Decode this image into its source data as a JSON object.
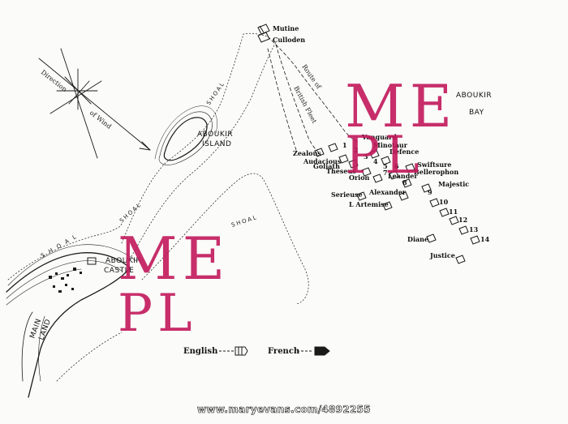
{
  "map": {
    "places": {
      "aboukir_bay": [
        "ABOUKIR",
        "BAY"
      ],
      "aboukir_island": [
        "ABOUKIR",
        "ISLAND"
      ],
      "aboukir_castle": [
        "ABOUKIR",
        "CASTLE"
      ],
      "main_land": [
        "MAIN",
        "LAND"
      ]
    },
    "shoal_label": "SHOAL",
    "shoal_left_label": "S H O A L",
    "wind": [
      "Direction",
      "of Wind"
    ],
    "route_label": "Route of",
    "british_fleet_label": "British Fleet",
    "british_ships": [
      "Mutine",
      "Culloden",
      "Zealous",
      "Audacious",
      "Goliath",
      "Theseus",
      "Orion",
      "Vanguard",
      "Minotaur",
      "Defence",
      "Swiftsure",
      "Bellerophon",
      "Majestic",
      "Alexander",
      "Leander"
    ],
    "french_ships": [
      "Serieuse",
      "L Artemise",
      "Diane",
      "Justice"
    ],
    "ship_numbers": [
      "1",
      "2",
      "3",
      "4",
      "5",
      "6",
      "7",
      "8",
      "9",
      "10",
      "11",
      "12",
      "13",
      "14"
    ],
    "legend": {
      "english": "English",
      "french": "French"
    }
  },
  "watermark": {
    "top": [
      "ME",
      "PL"
    ],
    "bottom": [
      "ME",
      "PL"
    ]
  },
  "credit": "www.maryevans.com/4892255",
  "colors": {
    "ink": "#1a1a1a",
    "paper": "#fbfbf9",
    "watermark": "#c2185b"
  }
}
